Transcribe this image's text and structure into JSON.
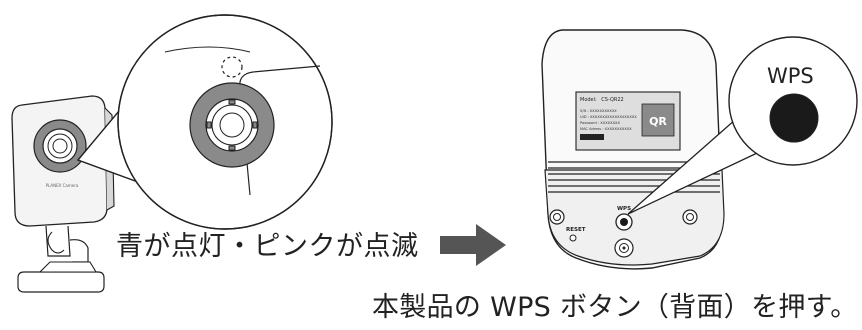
{
  "labels": {
    "status_caption": "青が点灯・ピンクが点滅",
    "instruction_caption": "本製品の WPS ボタン（背面）を押す。",
    "wps_callout": "WPS"
  },
  "camera_front": {
    "brand": "PLANEX Camera"
  },
  "camera_back": {
    "sticker_model_label": "Model:",
    "sticker_model_value": "CS-QR22",
    "sticker_lines": [
      "S/N : XXXXXXXXXXX",
      "UID : XXXXXXXXXXXXXXXXXXX",
      "Password : XXXXXXXX",
      "MAC Adress : XXXXXXXXXXX"
    ],
    "qr_text": "QR",
    "wps_text": "WPS",
    "reset_text": "RESET"
  },
  "colors": {
    "line": "#222222",
    "gray": "#8a8a8a",
    "light_gray": "#dedede",
    "arrow": "#555555",
    "button": "#1a1a1a"
  },
  "icons": {
    "arrow": "right-arrow-icon",
    "led": "status-led-icon"
  }
}
